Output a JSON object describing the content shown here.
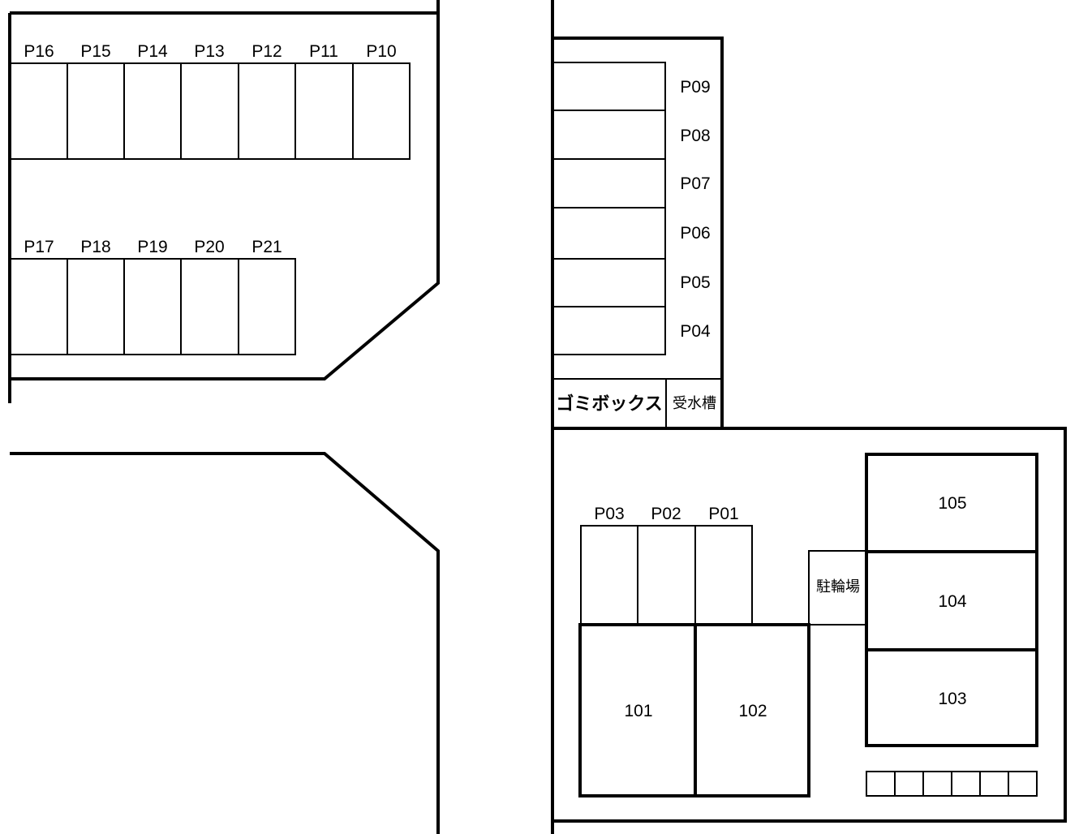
{
  "parking_top_row": [
    "P16",
    "P15",
    "P14",
    "P13",
    "P12",
    "P11",
    "P10"
  ],
  "parking_middle_row": [
    "P17",
    "P18",
    "P19",
    "P20",
    "P21"
  ],
  "parking_right_column": [
    "P09",
    "P08",
    "P07",
    "P06",
    "P05",
    "P04"
  ],
  "parking_bottom_row": [
    "P03",
    "P02",
    "P01"
  ],
  "garbage_box": "ゴミボックス",
  "water_tank": "受水槽",
  "bicycle_parking": "駐輪場",
  "units": {
    "u101": "101",
    "u102": "102",
    "u103": "103",
    "u104": "104",
    "u105": "105"
  }
}
